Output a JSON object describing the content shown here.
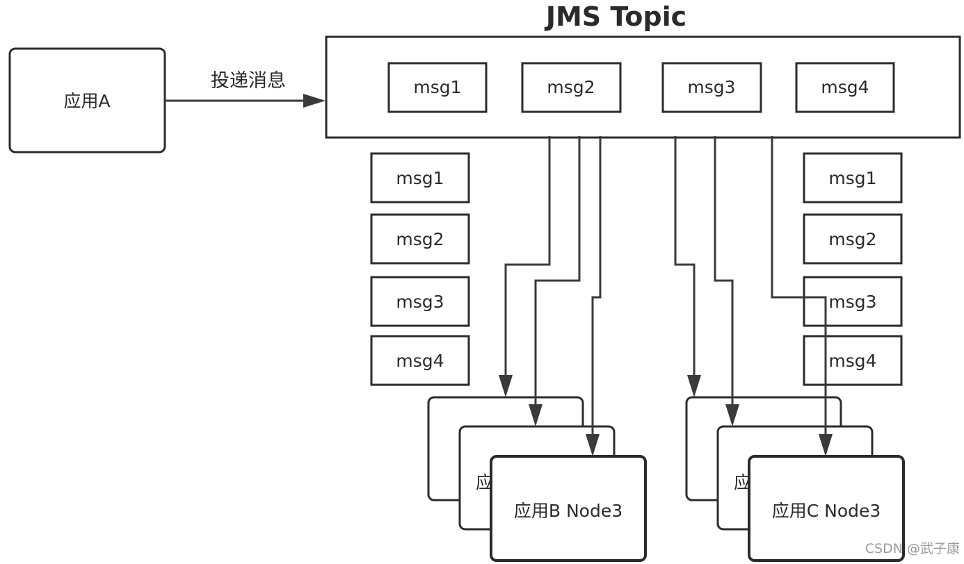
{
  "title": "JMS Topic",
  "producer": {
    "label": "应用A"
  },
  "send_label": "投递消息",
  "topic_messages": [
    "msg1",
    "msg2",
    "msg3",
    "msg4"
  ],
  "left_queue": [
    "msg1",
    "msg2",
    "msg3",
    "msg4"
  ],
  "right_queue": [
    "msg1",
    "msg2",
    "msg3",
    "msg4"
  ],
  "consumer_groups": [
    {
      "front_label": "应用B Node3",
      "back_label_fragment": "应"
    },
    {
      "front_label": "应用C Node3",
      "back_label_fragment": "应"
    }
  ],
  "watermark": "CSDN @武子康"
}
